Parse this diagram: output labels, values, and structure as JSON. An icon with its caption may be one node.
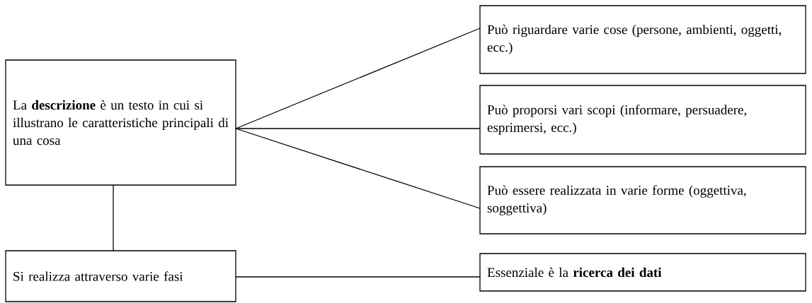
{
  "diagram": {
    "nodes": [
      {
        "text": [
          "La **descrizione** è un testo in cui si illustrano le caratteristiche principali di una cosa"
        ]
      },
      {
        "text": [
          "Può riguardare varie cose (persone, ambienti, oggetti, ecc.)"
        ]
      },
      {
        "text": [
          "Può proporsi vari scopi (informare, persuadere, esprimersi, ecc.)"
        ]
      },
      {
        "text": [
          "Può essere realizzata in varie forme (oggettiva, soggettiva)"
        ]
      },
      {
        "text": [
          "Si realizza attraverso varie fasi"
        ]
      },
      {
        "text": [
          "Essenziale è la **ricerca dei dati**"
        ]
      }
    ],
    "edges": [
      {
        "from": 0,
        "to": 1,
        "arrow": "none"
      },
      {
        "from": 0,
        "to": 2,
        "arrow": "none"
      },
      {
        "from": 0,
        "to": 3,
        "arrow": "none"
      },
      {
        "from": 0,
        "to": 4,
        "arrow": "none"
      },
      {
        "from": 4,
        "to": 5,
        "arrow": "none"
      }
    ]
  }
}
